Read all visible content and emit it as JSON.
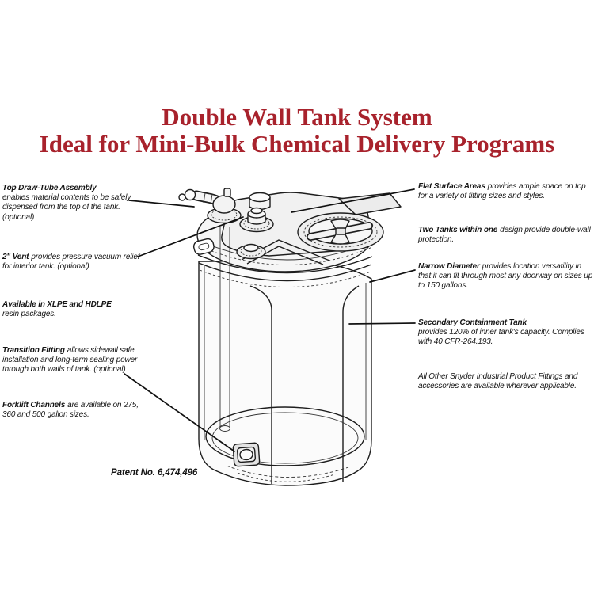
{
  "theme": {
    "accent": "#a8222c",
    "ink": "#141414"
  },
  "title": {
    "line1": "Double Wall Tank System",
    "line2": "Ideal for Mini-Bulk Chemical Delivery Programs"
  },
  "callouts_left": [
    {
      "lead": "Top Draw-Tube Assembly",
      "body": "enables material contents to be safely dispensed from the top of the tank. (optional)"
    },
    {
      "lead": "2\" Vent",
      "body": "provides pressure vacuum relief for interior tank. (optional)"
    },
    {
      "lead": "Available in XLPE and HDLPE",
      "body": "resin packages."
    },
    {
      "lead": "Transition Fitting",
      "body": "allows sidewall safe installation and long-term sealing power through both walls of tank. (optional)"
    },
    {
      "lead": "Forklift Channels",
      "body": "are available on 275, 360 and 500 gallon sizes."
    }
  ],
  "callouts_right": [
    {
      "lead": "Flat Surface Areas",
      "body": "provides ample space on top for a variety of fitting sizes and styles."
    },
    {
      "lead": "Two Tanks within one",
      "body": "design provide double-wall protection."
    },
    {
      "lead": "Narrow Diameter",
      "body": "provides location versatility in that it can fit through most any doorway on sizes up to 150 gallons."
    },
    {
      "lead": "Secondary Containment Tank",
      "body": "provides 120% of inner tank's capacity. Complies with 40 CFR-264.193."
    },
    {
      "lead": "",
      "body": "All Other Snyder Industrial Product Fittings and accessories are available wherever applicable."
    }
  ],
  "patent": "Patent No. 6,474,496",
  "illustration": {
    "subject": "double-wall tank technical line drawing"
  }
}
